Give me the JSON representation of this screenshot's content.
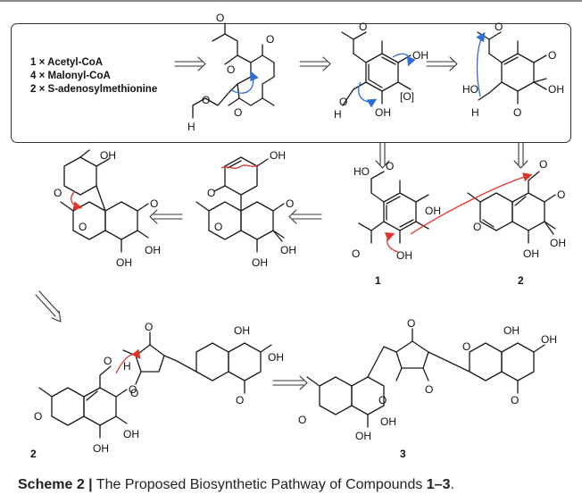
{
  "reagents": [
    {
      "num": "1",
      "name": "Acetyl-CoA"
    },
    {
      "num": "4",
      "name": "Malonyl-CoA"
    },
    {
      "num": "2",
      "name": "S-adenosylmethionine"
    }
  ],
  "reagent_sep": "×",
  "atoms": {
    "O": "O",
    "H": "H",
    "OH": "OH",
    "HO": "HO",
    "HOOC": "HO",
    "ox": "[O]"
  },
  "compound_labels": {
    "c1": "1",
    "c2": "2",
    "c2b": "2",
    "c3": "3"
  },
  "caption": {
    "label": "Scheme 2 |",
    "text_before": " The Proposed Biosynthetic Pathway of Compounds ",
    "compounds": "1–3",
    "text_after": "."
  },
  "colors": {
    "arrow_red": "#e0352b",
    "arrow_blue": "#2b6fd6",
    "bond": "#1a1a1a"
  }
}
